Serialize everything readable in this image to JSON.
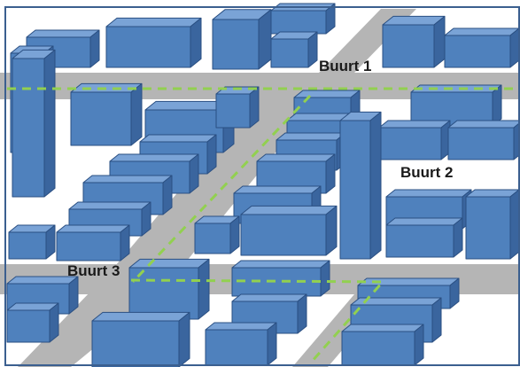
{
  "labels": {
    "buurt1": "Buurt 1",
    "buurt2": "Buurt 2",
    "buurt3": "Buurt 3"
  },
  "colors": {
    "road": "#b5b5b5",
    "building_front": "#4f81bd",
    "building_top": "#7aa3d6",
    "building_side": "#3a659e",
    "building_edge": "#2a4f82",
    "route_dash": "#92d050",
    "frame": "#3b5f8f",
    "background": "#ffffff"
  }
}
